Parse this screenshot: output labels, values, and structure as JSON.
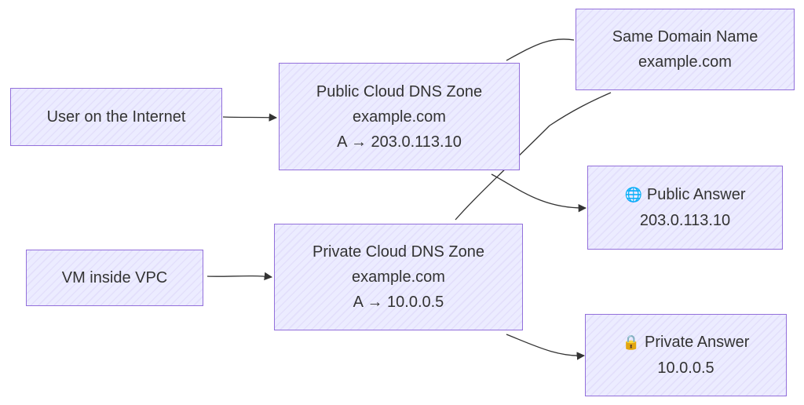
{
  "nodes": {
    "user": {
      "label": "User on the Internet"
    },
    "vm": {
      "label": "VM inside VPC"
    },
    "public_zone": {
      "line1": "Public Cloud DNS Zone",
      "line2": "example.com",
      "line3": "A → 203.0.113.10"
    },
    "private_zone": {
      "line1": "Private Cloud DNS Zone",
      "line2": "example.com",
      "line3": "A → 10.0.0.5"
    },
    "same_domain": {
      "line1": "Same Domain Name",
      "line2": "example.com"
    },
    "public_answer": {
      "icon": "🌐",
      "label": "Public Answer",
      "value": "203.0.113.10"
    },
    "private_answer": {
      "icon": "🔒",
      "label": "Private Answer",
      "value": "10.0.0.5"
    }
  },
  "icons": {
    "public_answer": "globe-icon",
    "private_answer": "lock-icon"
  },
  "colors": {
    "node_fill": "#ececff",
    "node_border": "#9370db",
    "edge": "#333333",
    "text": "#333333"
  }
}
